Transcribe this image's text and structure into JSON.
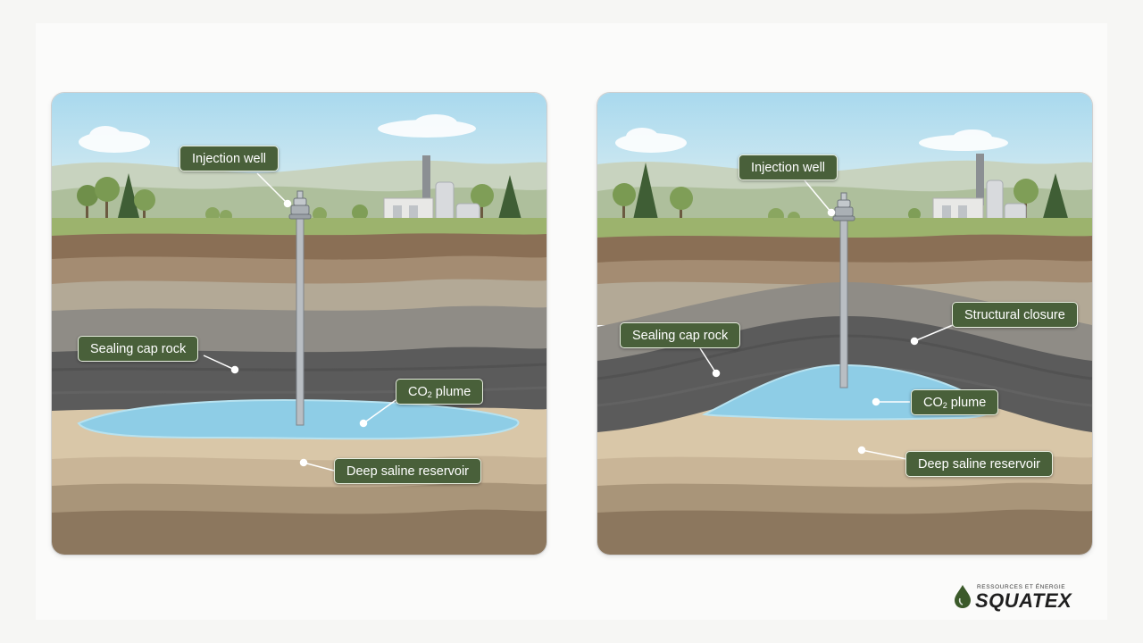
{
  "left_panel": {
    "labels": {
      "injection_well": "Injection well",
      "sealing_cap_rock": "Sealing cap rock",
      "co2_plume_main": "CO",
      "co2_plume_sub": "2",
      "co2_plume_rest": " plume",
      "deep_saline_reservoir": "Deep saline reservoir"
    }
  },
  "right_panel": {
    "labels": {
      "injection_well": "Injection well",
      "structural_closure": "Structural closure",
      "sealing_cap_rock": "Sealing cap rock",
      "co2_plume_main": "CO",
      "co2_plume_sub": "2",
      "co2_plume_rest": " plume",
      "deep_saline_reservoir": "Deep saline reservoir"
    }
  },
  "logo": {
    "tagline": "RESSOURCES ET ÉNERGIE",
    "name": "SQUATEX"
  },
  "colors": {
    "label_bg": "#49603a",
    "sky_top": "#a8d8ec",
    "cap_rock": "#595959",
    "co2_plume": "#8ecde6",
    "reservoir_sand": "#d9c7a8"
  }
}
